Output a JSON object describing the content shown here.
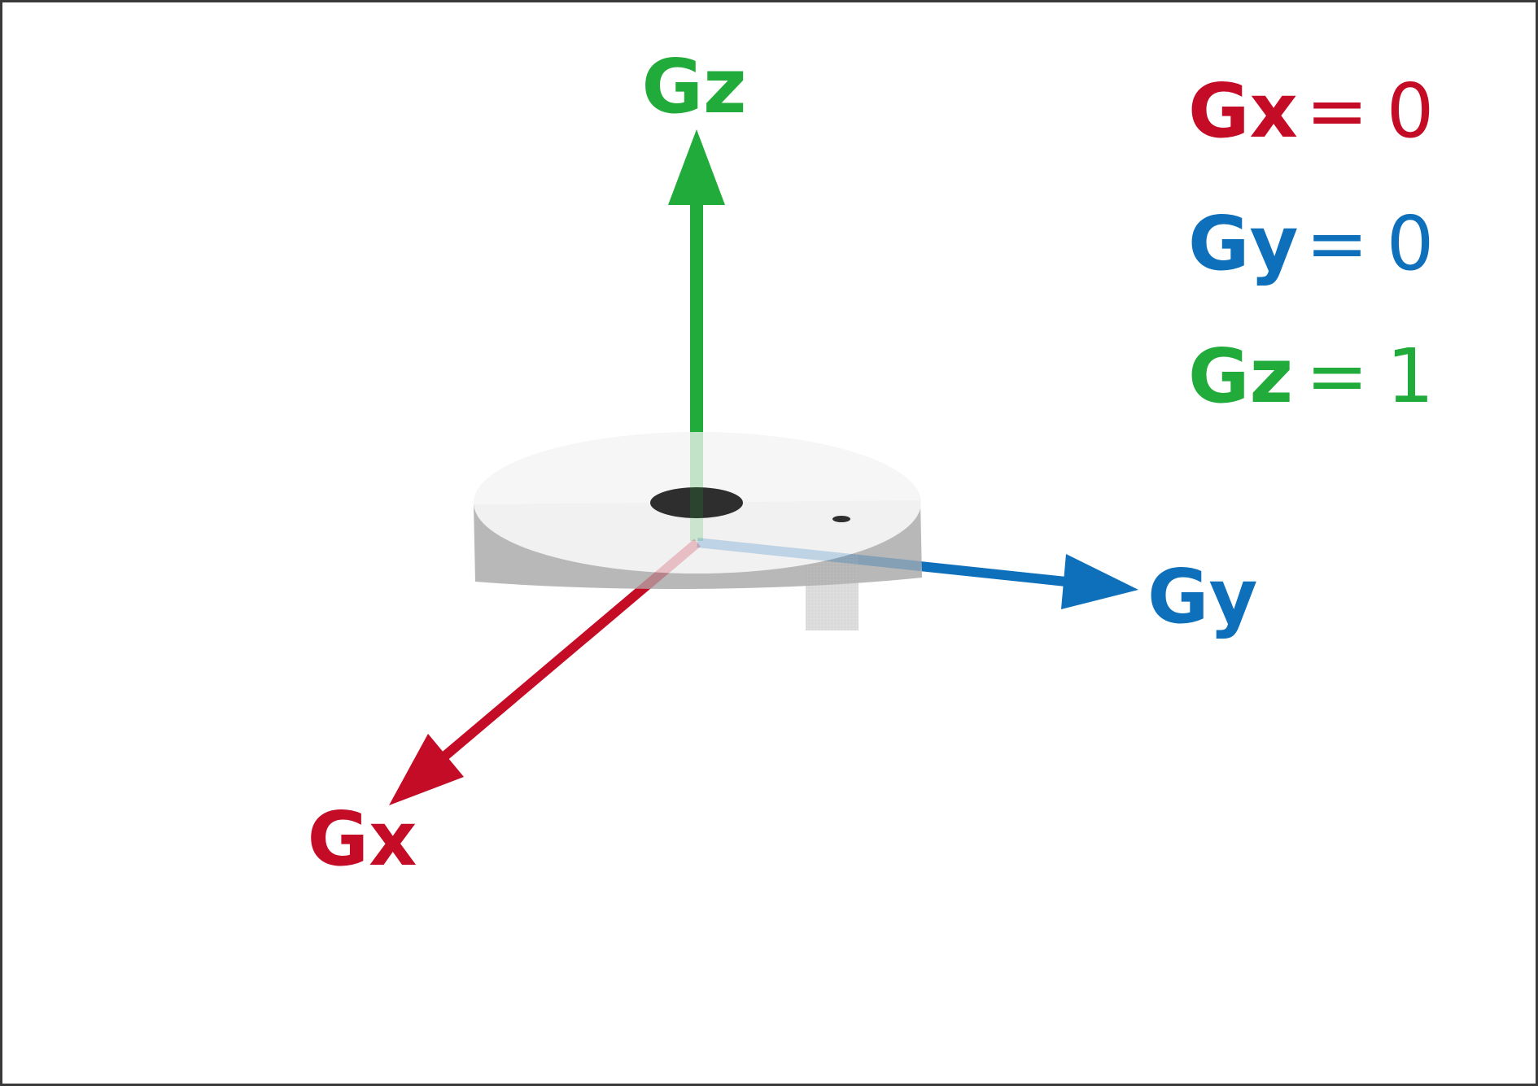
{
  "axes": {
    "z": {
      "label": "Gz",
      "color": "#21ab3a"
    },
    "y": {
      "label": "Gy",
      "color": "#0e6fbb"
    },
    "x": {
      "label": "Gx",
      "color": "#c40c26"
    }
  },
  "readings": [
    {
      "name": "Gx",
      "equals": "=",
      "value": "0",
      "color": "#c40c26"
    },
    {
      "name": "Gy",
      "equals": "=",
      "value": "0",
      "color": "#0e6fbb"
    },
    {
      "name": "Gz",
      "equals": "=",
      "value": "1",
      "color": "#21ab3a"
    }
  ],
  "object": {
    "description_icon": "puck-icon"
  }
}
